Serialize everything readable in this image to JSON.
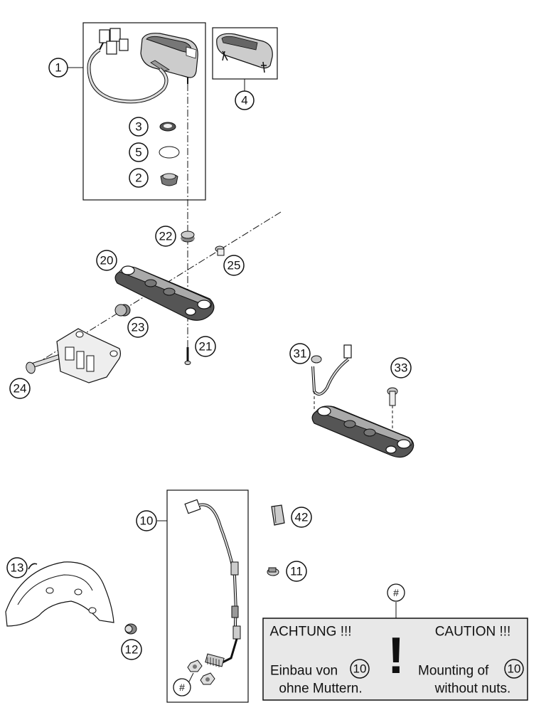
{
  "callouts": {
    "c1": "1",
    "c2": "2",
    "c3": "3",
    "c4": "4",
    "c5": "5",
    "c10": "10",
    "c11": "11",
    "c12": "12",
    "c13": "13",
    "c20": "20",
    "c21": "21",
    "c22": "22",
    "c23": "23",
    "c24": "24",
    "c25": "25",
    "c31": "31",
    "c33": "33",
    "c42": "42"
  },
  "hash_marker": "#",
  "notice": {
    "de_heading": "ACHTUNG !!!",
    "en_heading": "CAUTION !!!",
    "de_line1": "Einbau von",
    "de_line2": "ohne Muttern.",
    "en_line1": "Mounting of",
    "en_line2": "without nuts.",
    "ref_part": "10",
    "exclamation": "!"
  }
}
